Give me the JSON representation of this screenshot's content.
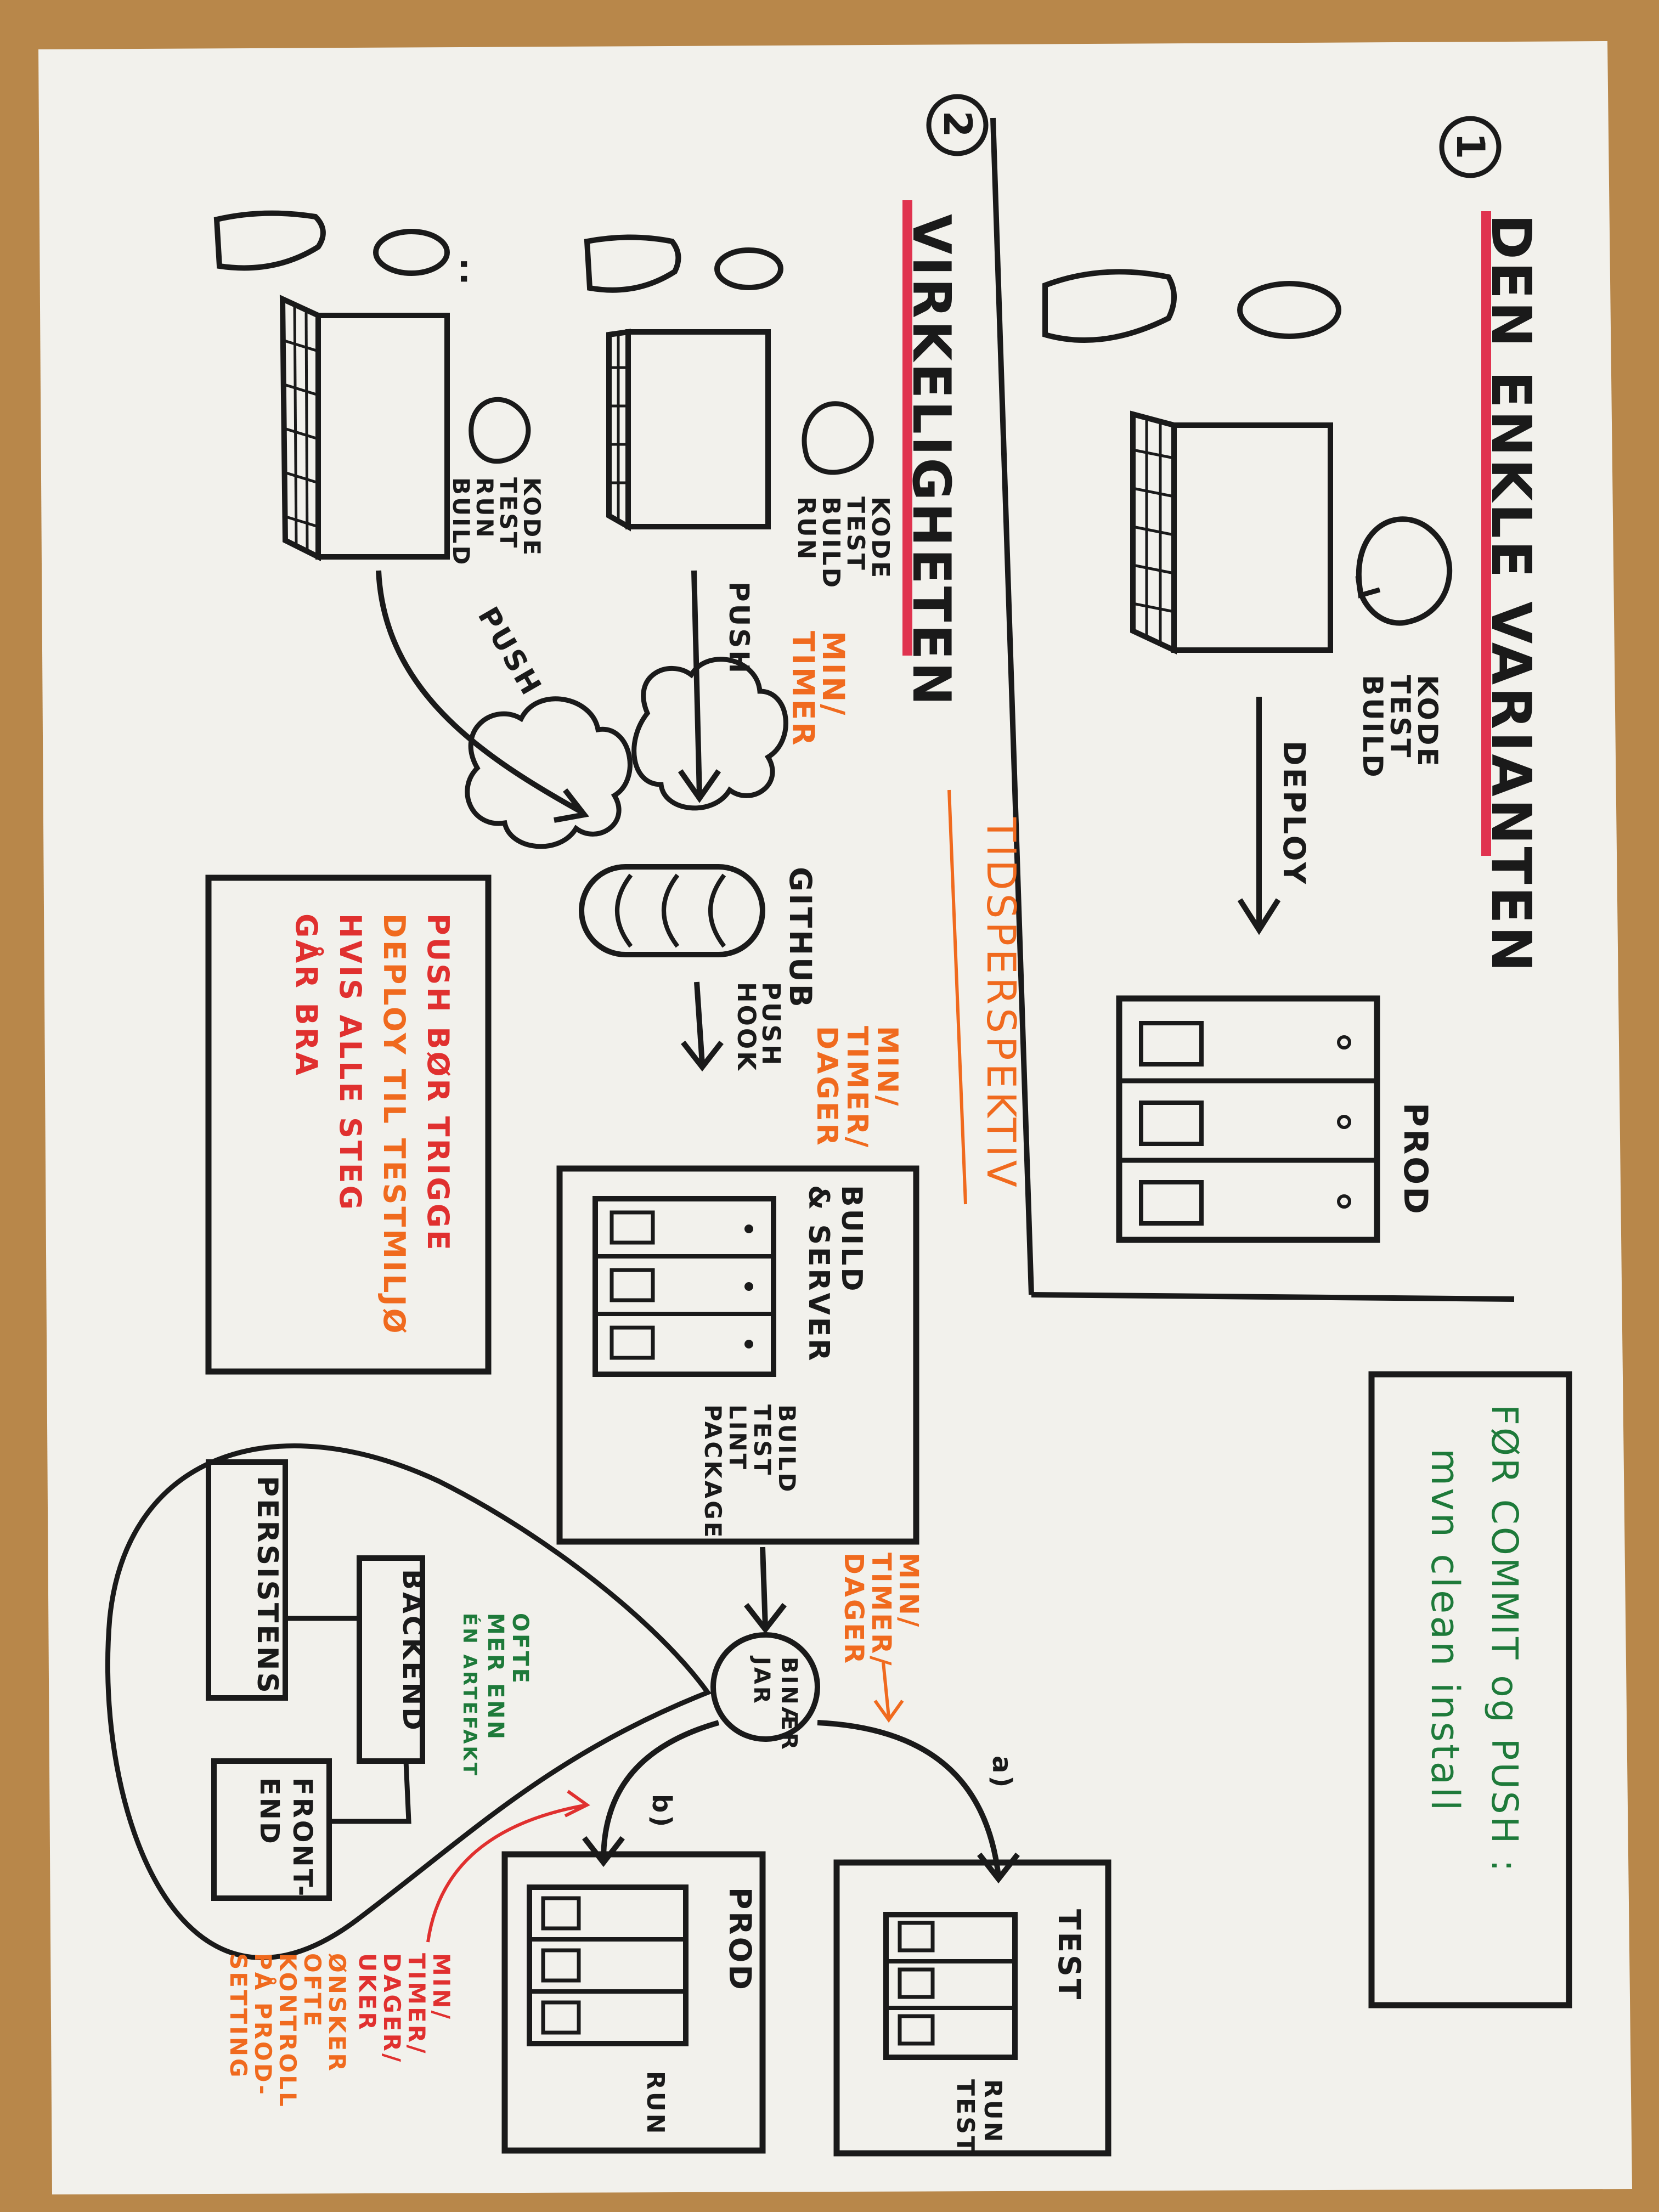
{
  "colors": {
    "paper": "#f2f1ec",
    "table": "#b8874a",
    "ink": "#1a1a1a",
    "highlight": "#e0334f",
    "orange": "#f06a1e",
    "red": "#e0302f",
    "green": "#1e7a3a"
  },
  "section1": {
    "number": "1",
    "title": "DEN ENKLE VARIANTEN",
    "loop_labels": [
      "KODE",
      "TEST",
      "BUILD"
    ],
    "deploy_label": "DEPLOY",
    "prod_label": "PROD"
  },
  "section2": {
    "number": "2",
    "title": "VIRKELIGHETEN",
    "dots": "..",
    "dev_left_loop_labels": [
      "KODE",
      "TEST",
      "RUN",
      "BUILD"
    ],
    "dev_right_loop_labels": [
      "KODE",
      "TEST",
      "BUILD",
      "RUN"
    ],
    "push_left": "PUSH",
    "push_right": "PUSH",
    "time_note_1": [
      "MIN/",
      "TIMER"
    ],
    "time_perspective": "TIDSPERSPEKTIV",
    "github_label": "GITHUB",
    "push_hook": [
      "PUSH",
      "HOOK"
    ],
    "time_note_2": [
      "MIN/",
      "TIMER/",
      "DAGER"
    ],
    "build_server_title": [
      "BUILD",
      "& SERVER"
    ],
    "build_steps": [
      "BUILD",
      "TEST",
      "LINT",
      "PACKAGE"
    ],
    "time_note_3": [
      "MIN/",
      "TIMER/",
      "DAGER"
    ],
    "binary_label": [
      "BINÆR",
      "JAR"
    ],
    "branch_a": "a)",
    "branch_b": "b)",
    "test_label": "TEST",
    "test_actions": [
      "RUN",
      "TEST"
    ],
    "prod_label": "PROD",
    "prod_action": "RUN",
    "components": [
      "PERSISTENS",
      "BACKEND",
      "FRONT-",
      "END"
    ],
    "often_note": [
      "OFTE",
      "MER ENN",
      "ÉN ARTEFAKT"
    ],
    "time_note_4_red": [
      "MIN/",
      "TIMER/",
      "DAGER/",
      "UKER"
    ],
    "time_note_4_orange": [
      "ØNSKER",
      "OFTE",
      "KONTROLL",
      "PÅ PROD-",
      "SETTING"
    ],
    "push_note": [
      "PUSH BØR TRIGGE",
      "DEPLOY TIL TESTMILJØ",
      "HVIS ALLE STEG",
      "GÅR BRA"
    ]
  },
  "bottom_note": {
    "line1": "FØR COMMIT og PUSH :",
    "line2": "mvn clean install"
  }
}
